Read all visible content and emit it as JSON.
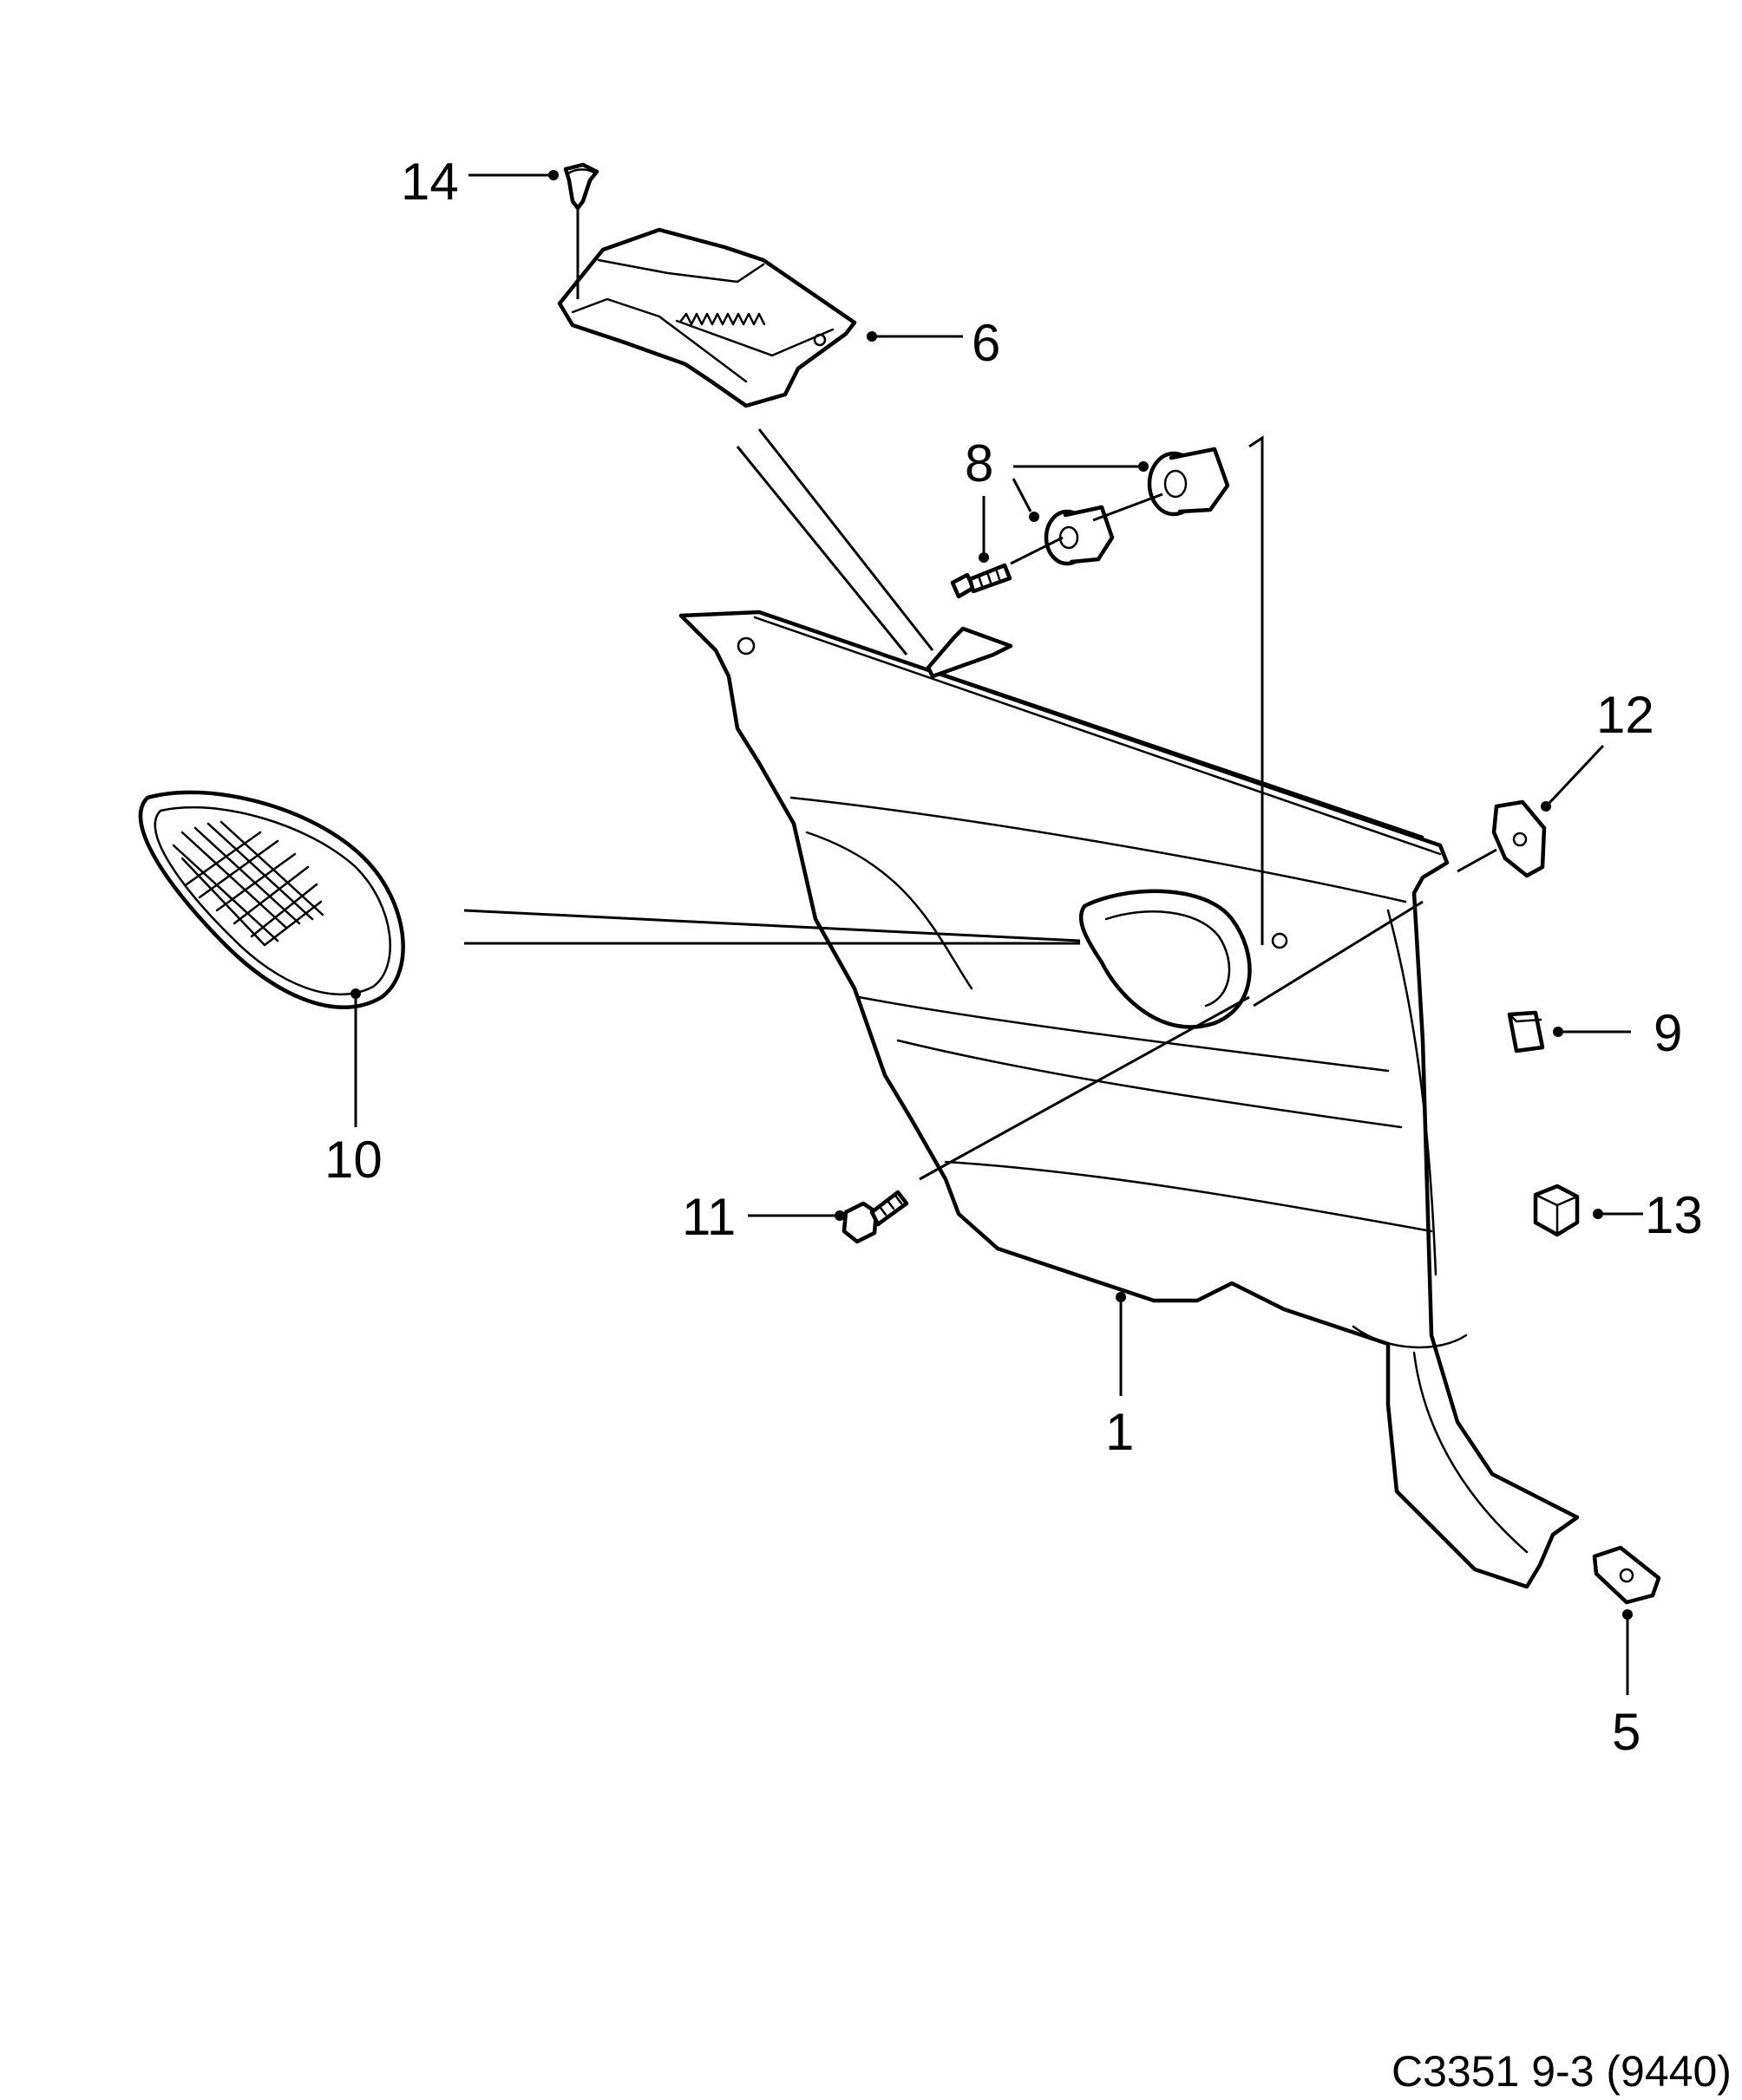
{
  "diagram": {
    "reference_code": "C3351 9-3 (9440)",
    "callouts": [
      {
        "id": "1",
        "label": "1"
      },
      {
        "id": "5",
        "label": "5"
      },
      {
        "id": "6",
        "label": "6"
      },
      {
        "id": "8",
        "label": "8"
      },
      {
        "id": "9",
        "label": "9"
      },
      {
        "id": "10",
        "label": "10"
      },
      {
        "id": "11",
        "label": "11"
      },
      {
        "id": "12",
        "label": "12"
      },
      {
        "id": "13",
        "label": "13"
      },
      {
        "id": "14",
        "label": "14"
      }
    ]
  }
}
